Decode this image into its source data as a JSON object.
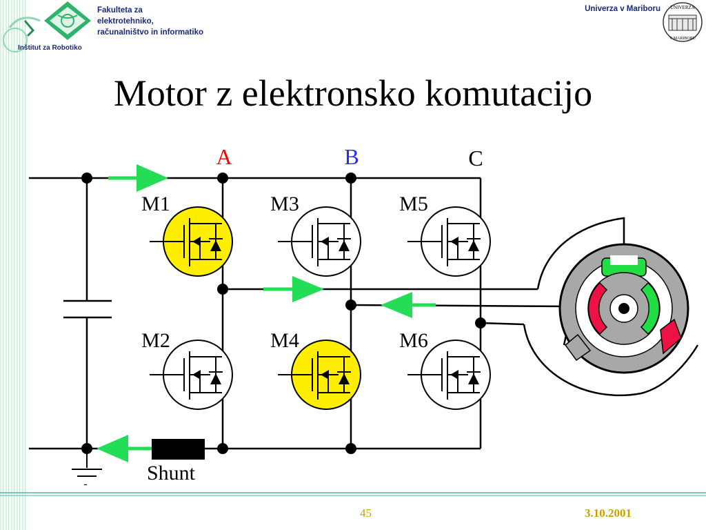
{
  "header": {
    "faculty_line1": "Fakulteta za",
    "faculty_line2": "elektrotehniko,",
    "faculty_line3": "računalništvo in informatiko",
    "university": "Univerza v Mariboru",
    "institute": "Inštitut za Robotiko",
    "seal_text_top": "UNIVERZA",
    "seal_text_bottom": "V MARIBORU"
  },
  "title": "Motor z elektronsko komutacijo",
  "diagram": {
    "node_a": "A",
    "node_b": "B",
    "node_c": "C",
    "m1": "M1",
    "m2": "M2",
    "m3": "M3",
    "m4": "M4",
    "m5": "M5",
    "m6": "M6",
    "shunt": "Shunt",
    "minus": "-",
    "active_transistors": [
      "M1",
      "M4"
    ],
    "colors": {
      "active": "#ffee00",
      "current_arrow": "#22dd55",
      "label_a": "#ff0000",
      "label_b": "#2a2aff",
      "label_c": "#000000",
      "rotor_red": "#ee1144",
      "rotor_green": "#22dd44",
      "motor_gray": "#a8a8a8"
    }
  },
  "footer": {
    "page": "45",
    "date": "3.10.2001"
  }
}
